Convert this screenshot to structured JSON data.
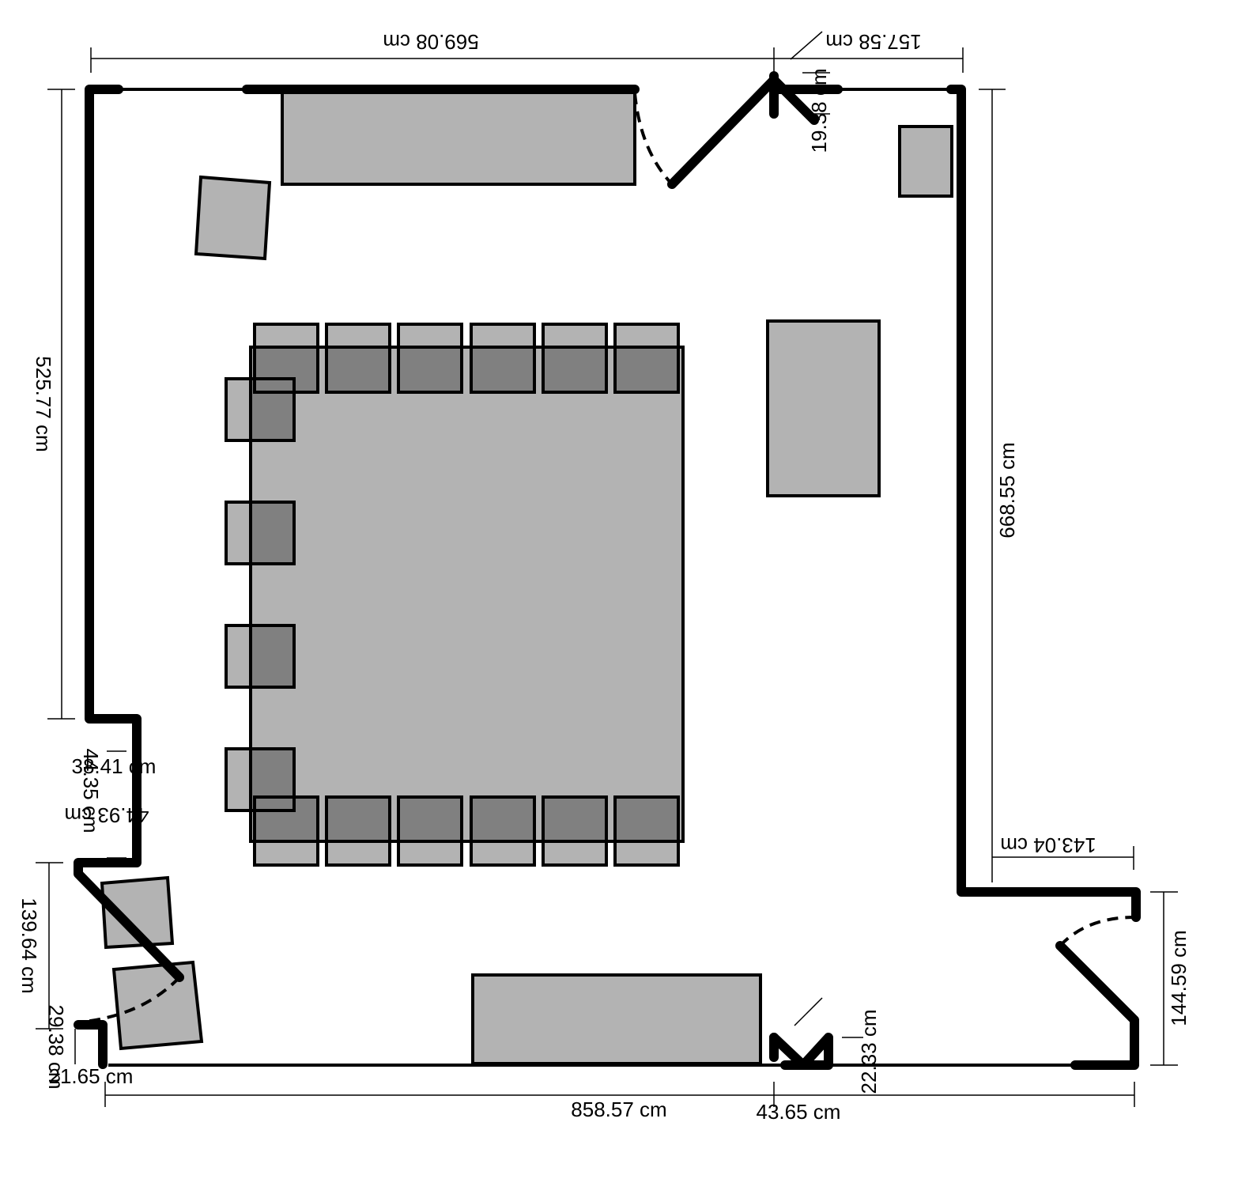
{
  "floorplan": {
    "dimensions": {
      "top_left_wall": "569.08 cm",
      "top_right_wall": "157.58 cm",
      "left_wall": "525.77 cm",
      "right_wall": "668.55 cm",
      "left_notch_width": "38.41 cm",
      "left_notch_height": "44.35 cm",
      "left_notch_lower": "44.93 cm",
      "left_door_span": "139.64 cm",
      "bottom_left_step": "29.38 cm",
      "bottom_left_offset": "21.65 cm",
      "bottom_wall": "858.57 cm",
      "bottom_right_small": "43.65 cm",
      "bottom_right_vertical": "22.33 cm",
      "right_notch": "143.04 cm",
      "right_door": "144.59 cm",
      "top_window_small": "19.38 cm"
    }
  }
}
